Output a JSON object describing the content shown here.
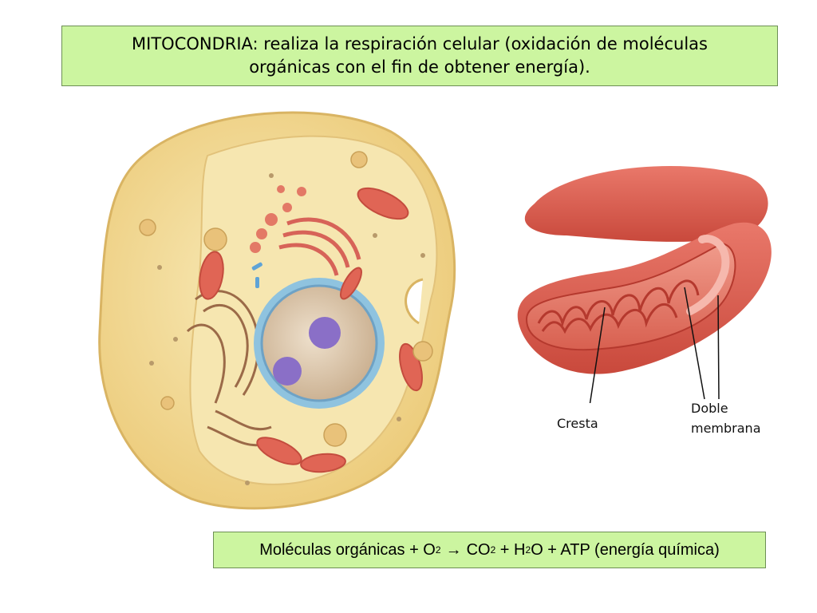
{
  "title": {
    "line1": "MITOCONDRIA: realiza la respiración celular (oxidación de moléculas",
    "line2": "orgánicas con el fin de obtener energía)."
  },
  "labels": {
    "cresta": "Cresta",
    "doble": "Doble",
    "membrana": "membrana"
  },
  "equation": {
    "reactants": "Moléculas orgánicas + O",
    "o2_sub": "2",
    "arrow": "→",
    "co2": "CO",
    "co2_sub": "2",
    "plus_h": " + H",
    "h2o_sub": "2",
    "rest": "O + ATP (energía química)"
  },
  "colors": {
    "box_fill": "#ccf5a0",
    "cell_cytoplasm": "#f3dc9a",
    "cell_membrane": "#e9c97a",
    "mitochondria": "#e06555",
    "nucleus": "#d9c3a8",
    "nucleolus": "#8a6fc7"
  }
}
